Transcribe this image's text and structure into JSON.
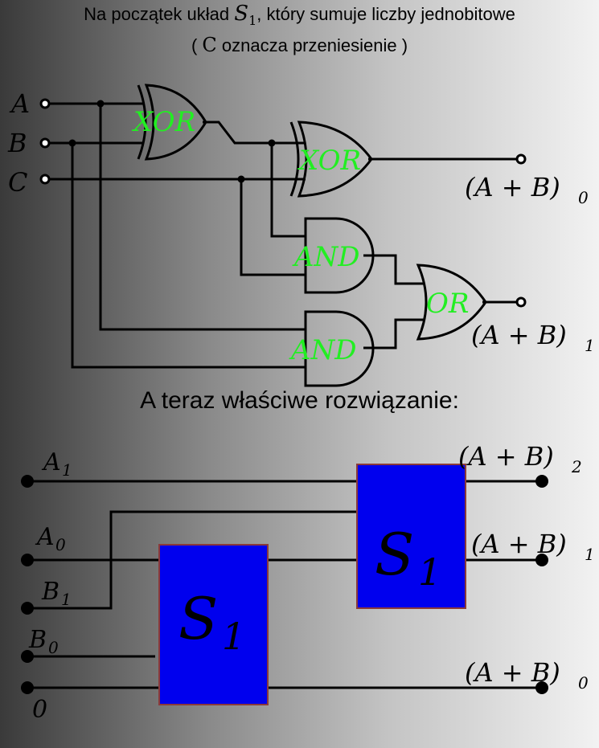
{
  "intro": {
    "line1_prefix": "Na początek układ ",
    "line1_symbol": "S",
    "line1_symbol_sub": "1",
    "line1_suffix": ", który sumuje liczby jednobitowe",
    "line2_open": "( ",
    "line2_symbol": "C",
    "line2_text": " oznacza przeniesienie )"
  },
  "half_adder": {
    "inputs": [
      "A",
      "B",
      "C"
    ],
    "gates": [
      "XOR",
      "XOR",
      "AND",
      "AND",
      "OR"
    ],
    "outputs": [
      {
        "base": "(A + B)",
        "sub": "0"
      },
      {
        "base": "(A + B)",
        "sub": "1"
      }
    ]
  },
  "solution_heading": "A teraz właściwe rozwiązanie:",
  "full_circuit": {
    "inputs": [
      {
        "base": "A",
        "sub": "1"
      },
      {
        "base": "A",
        "sub": "0"
      },
      {
        "base": "B",
        "sub": "1"
      },
      {
        "base": "B",
        "sub": "0"
      },
      {
        "base": "0",
        "sub": ""
      }
    ],
    "blocks": [
      {
        "base": "S",
        "sub": "1"
      },
      {
        "base": "S",
        "sub": "1"
      }
    ],
    "outputs": [
      {
        "base": "(A + B)",
        "sub": "2"
      },
      {
        "base": "(A + B)",
        "sub": "1"
      },
      {
        "base": "(A + B)",
        "sub": "0"
      }
    ]
  },
  "colors": {
    "block_fill": "#0000ee",
    "block_border": "#8b3a3a",
    "gate_label": "#22ee22",
    "wire": "#000000"
  }
}
